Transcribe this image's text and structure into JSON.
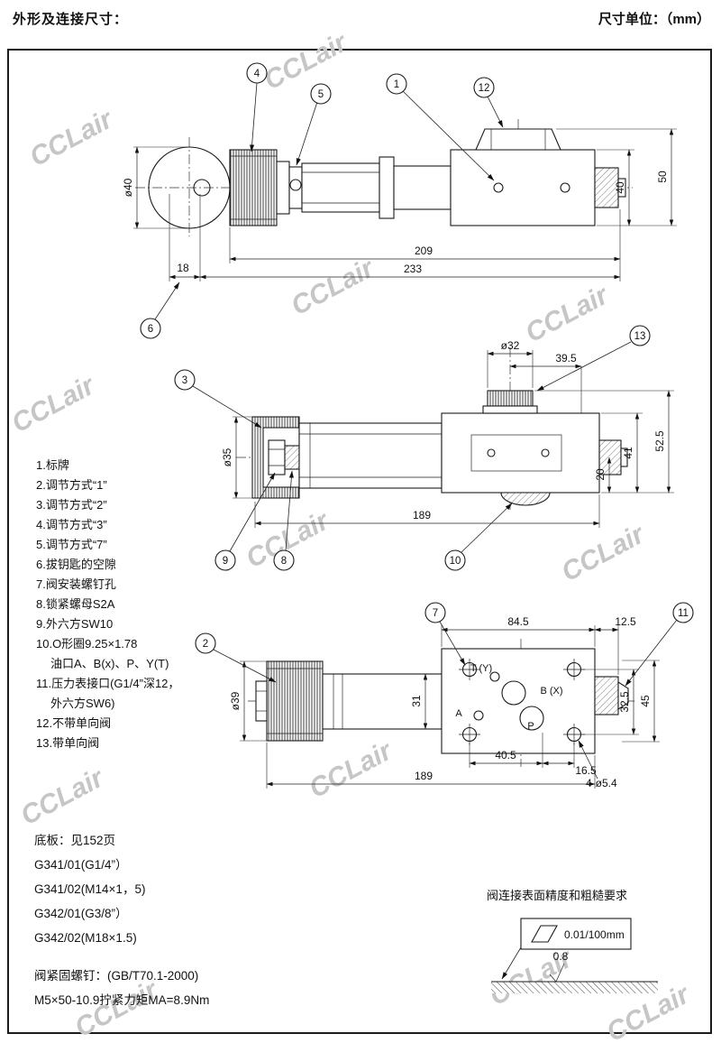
{
  "header": {
    "title": "外形及连接尺寸：",
    "unit": "尺寸单位：（mm）"
  },
  "watermark": "CCLair",
  "balloons": {
    "n1": "1",
    "n2": "2",
    "n3": "3",
    "n4": "4",
    "n5": "5",
    "n6": "6",
    "n7": "7",
    "n8": "8",
    "n9": "9",
    "n10": "10",
    "n11": "11",
    "n12": "12",
    "n13": "13"
  },
  "top_view": {
    "dims": {
      "dia40": "ø40",
      "h40": "40",
      "h50": "50",
      "len209": "209",
      "len233": "233",
      "len18": "18"
    }
  },
  "middle_view": {
    "dims": {
      "dia32": "ø32",
      "off39_5": "39.5",
      "dia35": "ø35",
      "h52_5": "52.5",
      "h41": "41",
      "h20": "20",
      "len189": "189"
    }
  },
  "bottom_view": {
    "dims": {
      "len84_5": "84.5",
      "len12_5": "12.5",
      "dia39": "ø39",
      "h31": "31",
      "h32_5": "32.5",
      "h45": "45",
      "len40_5": "40.5",
      "len16_5": "16.5",
      "len189": "189",
      "holes": "4-ø5.4"
    },
    "ports": {
      "ty": "T (Y)",
      "bx": "B (X)",
      "a": "A",
      "p": "P"
    }
  },
  "parts_list": [
    "1.标牌",
    "2.调节方式“1”",
    "3.调节方式“2”",
    "4.调节方式“3”",
    "5.调节方式“7”",
    "6.拔钥匙的空隙",
    "7.阀安装螺钉孔",
    "8.锁紧螺母S2A",
    "9.外六方SW10",
    "10.O形圈9.25×1.78",
    "油口A、B(x)、P、Y(T)",
    "11.压力表接口(G1/4”深12，",
    "外六方SW6)",
    "12.不带单向阀",
    "13.带单向阀"
  ],
  "baseplate_notes": [
    "底板：见152页",
    "G341/01(G1/4”）",
    "G341/02(M14×1，5)",
    "G342/01(G3/8”）",
    "G342/02(M18×1.5)"
  ],
  "screw_notes": [
    "阀紧固螺钉：(GB/T70.1-2000)",
    "M5×50-10.9拧紧力矩MA=8.9Nm"
  ],
  "surface_req": {
    "title": "阀连接表面精度和粗糙要求",
    "flatness": "0.01/100mm",
    "roughness": "0.8"
  }
}
